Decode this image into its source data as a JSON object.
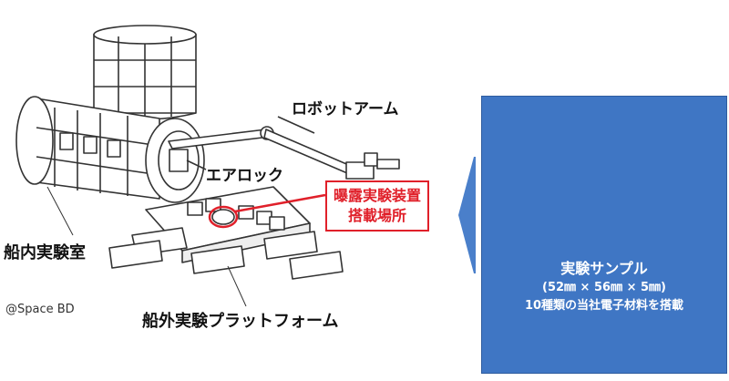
{
  "labels": {
    "robot_arm": "ロボットアーム",
    "airlock": "エアロック",
    "pressurized_module": "船内実験室",
    "exposed_facility": "船外実験プラットフォーム"
  },
  "highlight": {
    "line1": "曝露実験装置",
    "line2": "搭載場所"
  },
  "credit": "@Space BD",
  "sample_panel": {
    "title": "実験サンプル",
    "dimensions": "(52㎜ × 56㎜ × 5㎜)",
    "description": "10種類の当社電子材料を搭載"
  },
  "colors": {
    "accent_red": "#e0202a",
    "panel_blue": "#3f76c4",
    "arrow_blue": "#4a7fca",
    "line_drawing": "#333333"
  }
}
